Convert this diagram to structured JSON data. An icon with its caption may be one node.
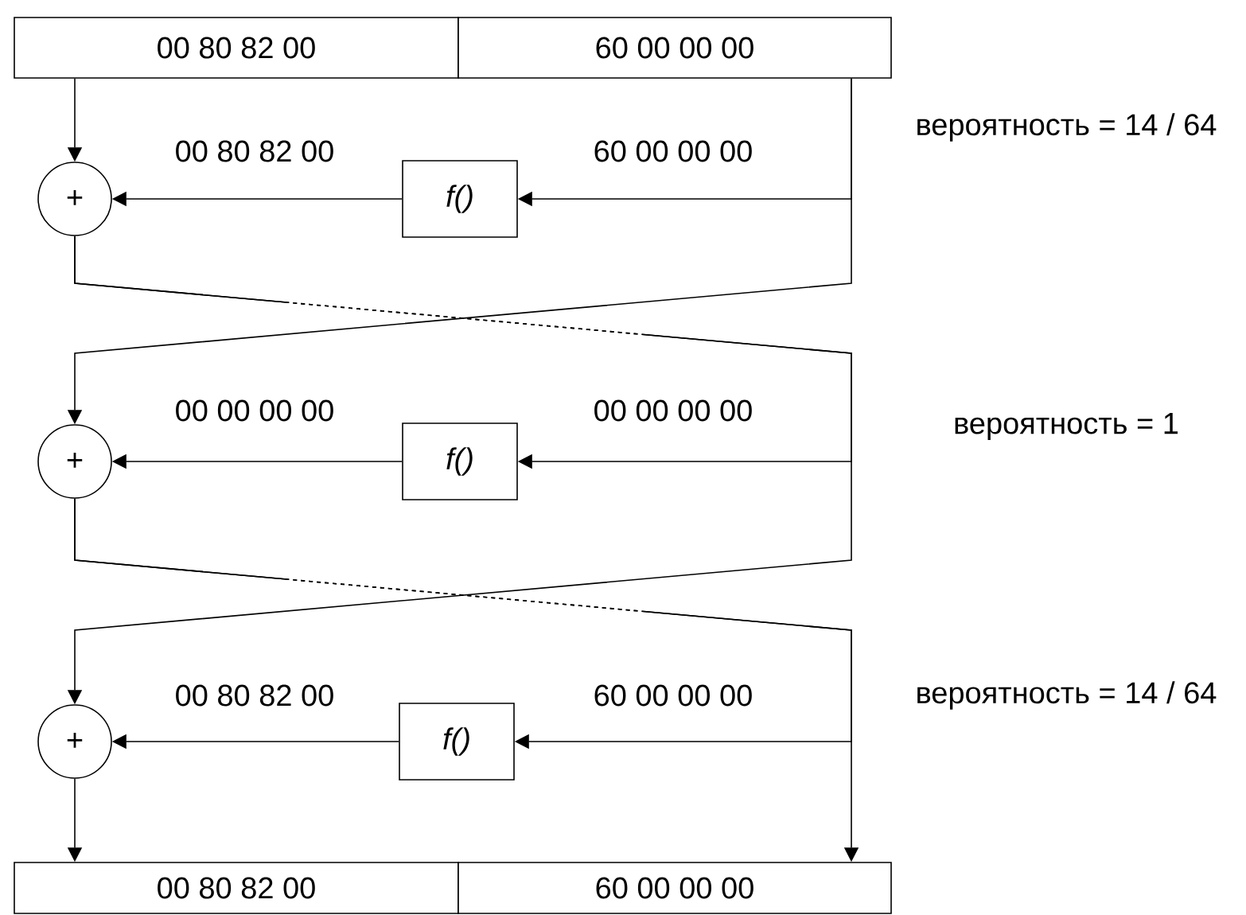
{
  "diagram": {
    "nodes": [
      {
        "text": [
          "00 80 82 00"
        ]
      },
      {
        "text": [
          "60 00 00 00"
        ]
      },
      {
        "text": [
          "+"
        ]
      },
      {
        "text": [
          "*f()*"
        ]
      },
      {
        "text": [
          "+"
        ]
      },
      {
        "text": [
          "*f()*"
        ]
      },
      {
        "text": [
          "+"
        ]
      },
      {
        "text": [
          "*f()*"
        ]
      },
      {
        "text": [
          "00 80 82 00"
        ]
      },
      {
        "text": [
          "60 00 00 00"
        ]
      }
    ],
    "edges": [
      {
        "from": 0,
        "to": 2,
        "arrow": "to"
      },
      {
        "from": 1,
        "to": 3,
        "arrow": "to",
        "label": "60 00 00 00"
      },
      {
        "from": 3,
        "to": 2,
        "arrow": "to",
        "label": "00 80 82 00"
      },
      {
        "from": 1,
        "to": 4,
        "arrow": "to"
      },
      {
        "from": 2,
        "to": 5,
        "arrow": "to",
        "style": "dashed",
        "label": "00 00 00 00"
      },
      {
        "from": 2,
        "to": 6,
        "arrow": "to",
        "style": "dashed"
      },
      {
        "from": 5,
        "to": 4,
        "arrow": "to",
        "label": "00 00 00 00"
      },
      {
        "from": 4,
        "to": 7,
        "arrow": "to",
        "style": "dashed",
        "label": "60 00 00 00"
      },
      {
        "from": 4,
        "to": 9,
        "arrow": "to",
        "style": "dashed"
      },
      {
        "from": 7,
        "to": 6,
        "arrow": "to",
        "label": "00 80 82 00"
      },
      {
        "from": 6,
        "to": 8,
        "arrow": "to"
      }
    ],
    "labels": [
      "вероятность = 14 / 64",
      "вероятность = 1",
      "вероятность = 14 / 64"
    ]
  }
}
